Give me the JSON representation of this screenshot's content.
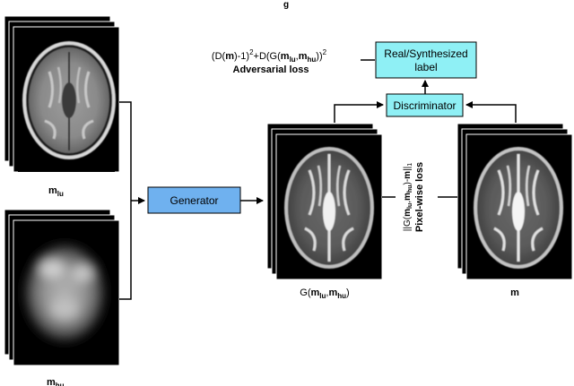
{
  "header": {
    "title_fragment": "g"
  },
  "inputs": {
    "low_res": {
      "label_base": "m",
      "label_sub": "lu"
    },
    "high_undersampled": {
      "label_base": "m",
      "label_sub": "hu"
    }
  },
  "generator": {
    "label": "Generator"
  },
  "generated": {
    "label_prefix": "G(",
    "label_m1": "m",
    "label_sub1": "lu",
    "label_comma": ",",
    "label_m2": "m",
    "label_sub2": "hu",
    "label_suffix": ")"
  },
  "target": {
    "label": "m"
  },
  "discriminator": {
    "label": "Discriminator"
  },
  "output": {
    "line1": "Real/Synthesized",
    "line2": "label"
  },
  "adversarial_loss": {
    "formula_a": "(D(",
    "formula_m": "m",
    "formula_b": ")-1)",
    "formula_sup1": "2",
    "formula_c": "+D(G(",
    "formula_m1": "m",
    "formula_sub1": "lu",
    "formula_comma": ",",
    "formula_m2": "m",
    "formula_sub2": "hu",
    "formula_d": "))",
    "formula_sup2": "2",
    "name": "Adversarial loss"
  },
  "pixel_loss": {
    "formula_a": "||G(",
    "formula_m1": "m",
    "formula_sub1": "lu",
    "formula_comma": ",",
    "formula_m2": "m",
    "formula_sub2": "hu",
    "formula_b": ")-",
    "formula_m": "m",
    "formula_c": "||",
    "formula_sub3": "1",
    "name": "Pixel-wise loss"
  },
  "colors": {
    "generator_fill": "#6fb1ef",
    "discriminator_fill": "#8ff0f5",
    "line": "#000000"
  }
}
